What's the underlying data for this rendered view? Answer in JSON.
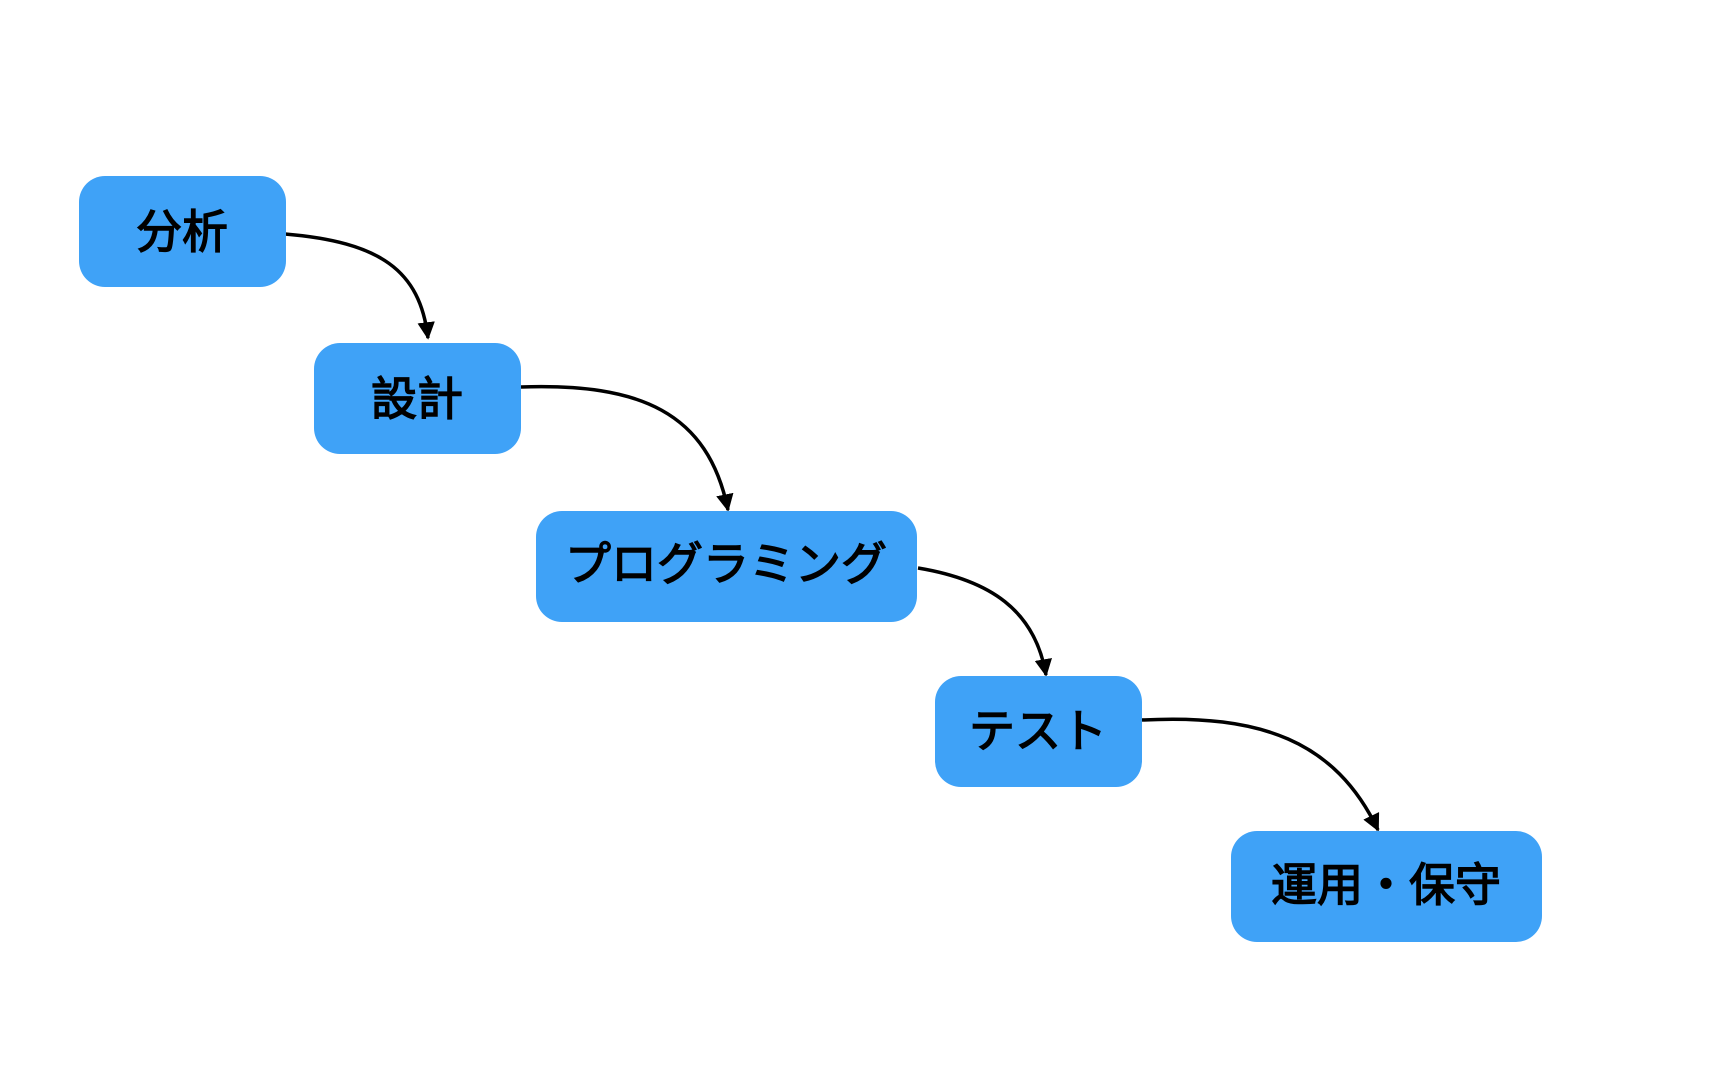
{
  "colors": {
    "node_fill": "#3fa2f7",
    "text": "#000000",
    "edge": "#000000",
    "background": "#ffffff"
  },
  "diagram": {
    "type": "flowchart",
    "nodes": [
      {
        "id": "analysis",
        "label": "分析"
      },
      {
        "id": "design",
        "label": "設計"
      },
      {
        "id": "programming",
        "label": "プログラミング"
      },
      {
        "id": "test",
        "label": "テスト"
      },
      {
        "id": "operation",
        "label": "運用・保守"
      }
    ],
    "edges": [
      {
        "from": "analysis",
        "to": "design"
      },
      {
        "from": "design",
        "to": "programming"
      },
      {
        "from": "programming",
        "to": "test"
      },
      {
        "from": "test",
        "to": "operation"
      }
    ]
  }
}
